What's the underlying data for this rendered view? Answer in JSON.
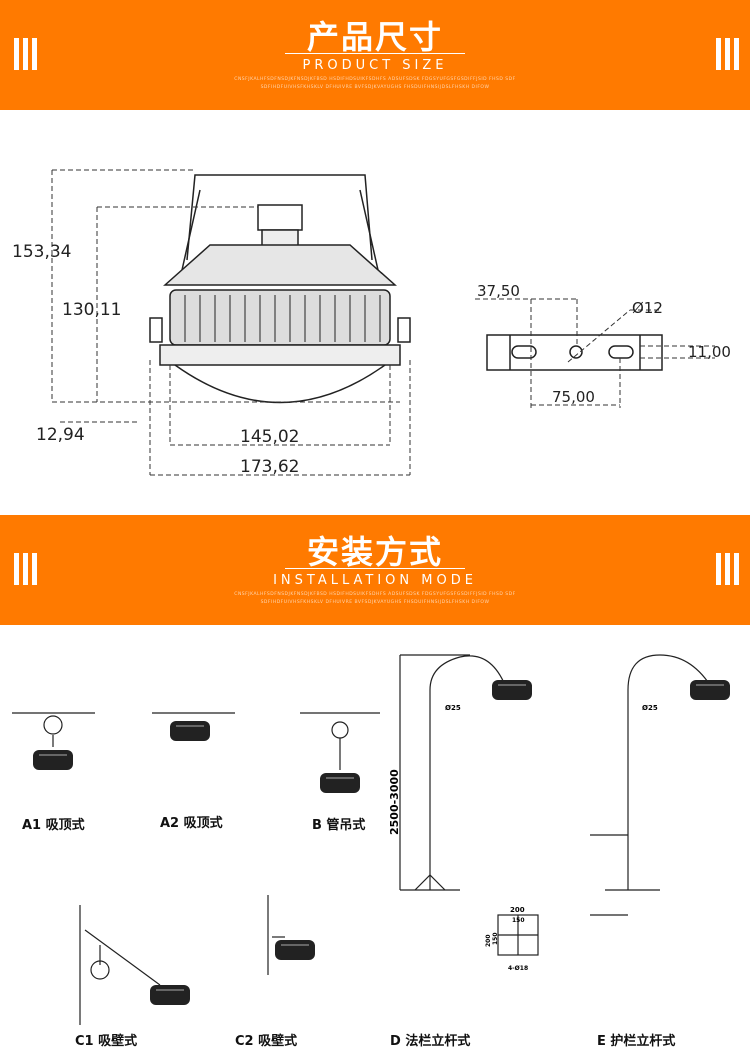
{
  "section1": {
    "title": "产品尺寸",
    "subtitle": "PRODUCT SIZE",
    "fine_text": "CNSFJKALHFSDFNSDJKFNSDJKFBSD HSDIFHDSUIKFSDHFS ADSUFSDSK FDGSYUFGSFGSDIFFJSID FHSD SDF SDFIHDFUIVHSFKHSKLV DFHUIVRE BVFSDJKVAYUGHS FHSDUIFHNSIJDSLFHSKH DIFOW"
  },
  "dimensions_lamp": {
    "overall_height": "153,34",
    "body_height": "130,11",
    "bottom_offset": "12,94",
    "inner_width": "145,02",
    "overall_width": "173,62"
  },
  "dimensions_bracket": {
    "hole_offset": "37,50",
    "hole_diameter": "Ø12",
    "slot_width": "11,00",
    "slot_spacing": "75,00"
  },
  "section2": {
    "title": "安装方式",
    "subtitle": "INSTALLATION MODE",
    "fine_text": "CNSFJKALHFSDFNSDJKFNSDJKFBSD HSDIFHDSUIKFSDHFS ADSUFSDSK FDGSYUFGSFGSDIFFJSID FHSD SDF SDFIHDFUIVHSFKHSKLV DFHUIVRE BVFSDJKVAYUGHS FHSDUIFHNSIJDSLFHSKH DIFOW"
  },
  "modes": [
    {
      "label": "A1 吸顶式"
    },
    {
      "label": "A2 吸顶式"
    },
    {
      "label": "B 管吊式"
    },
    {
      "label": "C1 吸壁式"
    },
    {
      "label": "C2 吸壁式"
    },
    {
      "label": "D 法栏立杆式"
    },
    {
      "label": "E 护栏立杆式"
    }
  ],
  "pole_dims": {
    "pipe_d": "Ø25",
    "pipe_d2": "Ø25",
    "height": "2500-3000",
    "base_w": "200",
    "base_hole_w": "150",
    "base_h": "200",
    "base_hole_h": "150",
    "bolt": "4-Ø18"
  }
}
